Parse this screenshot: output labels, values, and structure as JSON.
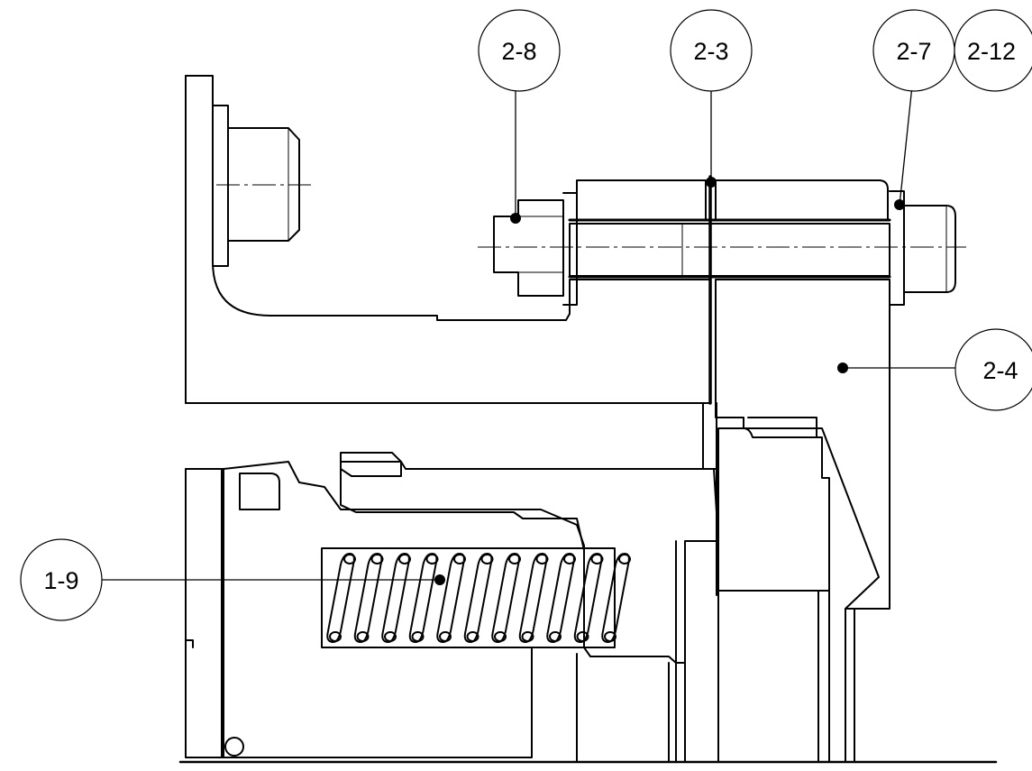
{
  "callouts": {
    "c_2_8": "2-8",
    "c_2_3": "2-3",
    "c_2_7": "2-7",
    "c_2_12": "2-12",
    "c_2_4": "2-4",
    "c_1_9": "1-9"
  },
  "colors": {
    "line": "#000000",
    "background": "#ffffff"
  }
}
